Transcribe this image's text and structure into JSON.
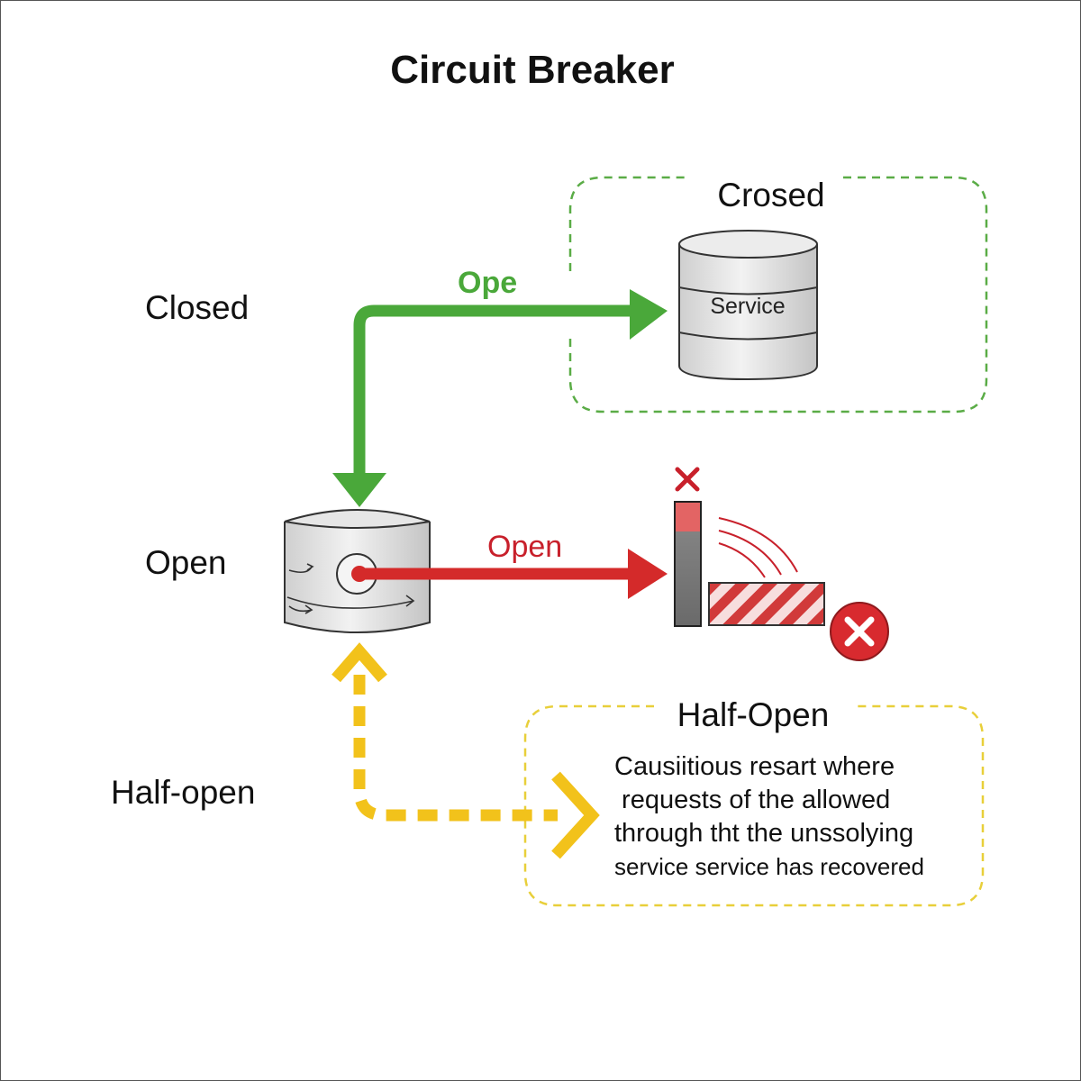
{
  "diagram": {
    "title": "Circuit Breaker",
    "states": {
      "closed": "Closed",
      "open": "Open",
      "half_open": "Half-open"
    },
    "closed_box": {
      "title": "Crosed",
      "service_label": "Service",
      "border_color": "#5aac46"
    },
    "arrows": {
      "green_label": "Ope",
      "green_color": "#4aa83a",
      "red_label": "Open",
      "red_color": "#d42a2a",
      "yellow_color": "#f2c21b"
    },
    "half_open_box": {
      "title": "Half-Open",
      "description_lines": [
        "Causiitious resart where",
        " requests of the allowed",
        "through tht the unssolying",
        "service service has recovered"
      ],
      "border_color": "#e8cf3a"
    },
    "icons": [
      "breaker-cylinder-icon",
      "service-database-icon",
      "barrier-gate-icon",
      "x-mark-icon",
      "error-circle-icon",
      "signal-arcs-icon"
    ]
  }
}
